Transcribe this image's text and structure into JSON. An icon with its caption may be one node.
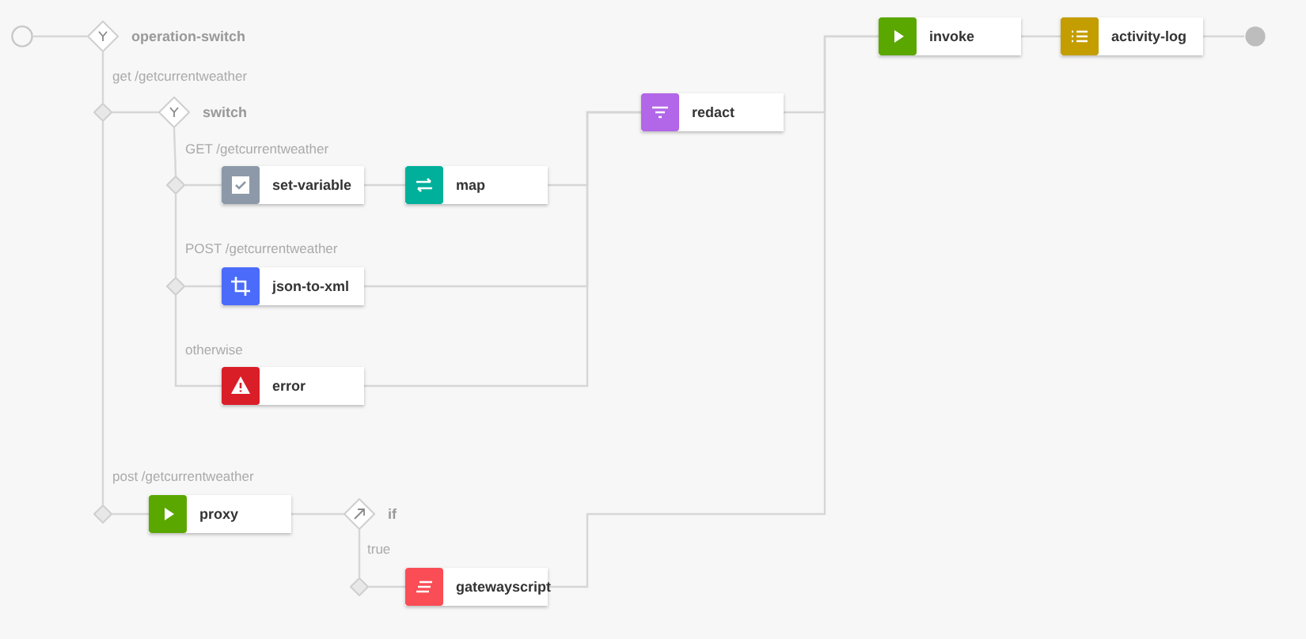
{
  "diagram": {
    "nodes": [
      {
        "text": [],
        "shape": "circle"
      },
      {
        "text": [
          "operation-switch"
        ]
      },
      {
        "text": [],
        "shape": "diamond"
      },
      {
        "text": [
          "switch"
        ]
      },
      {
        "text": [],
        "shape": "diamond"
      },
      {
        "text": [
          "set-variable"
        ]
      },
      {
        "text": [
          "map"
        ]
      },
      {
        "text": [],
        "shape": "diamond"
      },
      {
        "text": [
          "json-to-xml"
        ]
      },
      {
        "text": [
          "error"
        ]
      },
      {
        "text": [
          "redact"
        ]
      },
      {
        "text": [
          "invoke"
        ]
      },
      {
        "text": [
          "activity-log"
        ]
      },
      {
        "text": [],
        "shape": "circle"
      },
      {
        "text": [],
        "shape": "diamond"
      },
      {
        "text": [
          "proxy"
        ]
      },
      {
        "text": [
          "if"
        ]
      },
      {
        "text": [],
        "shape": "diamond"
      },
      {
        "text": [
          "gatewayscript"
        ]
      }
    ],
    "edges": [
      {
        "from": 0,
        "to": 1,
        "arrow": "none"
      },
      {
        "from": 1,
        "to": 2,
        "arrow": "none",
        "label": "get /getcurrentweather"
      },
      {
        "from": 2,
        "to": 3,
        "arrow": "none"
      },
      {
        "from": 3,
        "to": 4,
        "arrow": "none",
        "label": "GET /getcurrentweather"
      },
      {
        "from": 4,
        "to": 5,
        "arrow": "none"
      },
      {
        "from": 5,
        "to": 6,
        "arrow": "none"
      },
      {
        "from": 6,
        "to": 10,
        "arrow": "none"
      },
      {
        "from": 4,
        "to": 7,
        "arrow": "none",
        "label": "POST /getcurrentweather"
      },
      {
        "from": 7,
        "to": 8,
        "arrow": "none"
      },
      {
        "from": 8,
        "to": 10,
        "arrow": "none"
      },
      {
        "from": 7,
        "to": 9,
        "arrow": "none",
        "label": "otherwise"
      },
      {
        "from": 9,
        "to": 10,
        "arrow": "none"
      },
      {
        "from": 2,
        "to": 14,
        "arrow": "none",
        "label": "post /getcurrentweather"
      },
      {
        "from": 14,
        "to": 15,
        "arrow": "none"
      },
      {
        "from": 15,
        "to": 16,
        "arrow": "none"
      },
      {
        "from": 16,
        "to": 17,
        "arrow": "none",
        "label": "true"
      },
      {
        "from": 17,
        "to": 18,
        "arrow": "none"
      },
      {
        "from": 18,
        "to": 11,
        "arrow": "none"
      },
      {
        "from": 10,
        "to": 11,
        "arrow": "none"
      },
      {
        "from": 11,
        "to": 12,
        "arrow": "none"
      },
      {
        "from": 12,
        "to": 13,
        "arrow": "none"
      }
    ]
  }
}
